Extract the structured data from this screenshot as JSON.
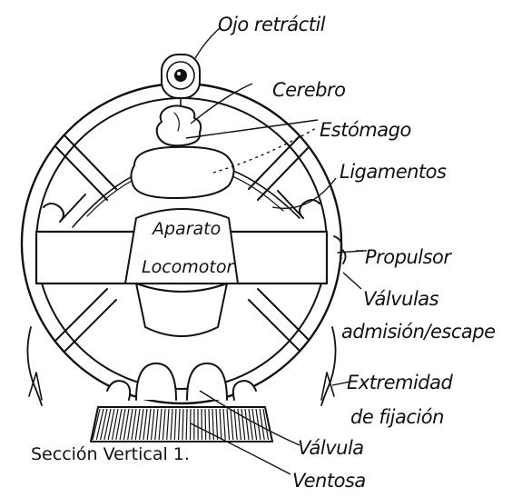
{
  "labels": {
    "ojo_retractil": "Ojo retráctil",
    "cerebro": "Cerebro",
    "estomago": "Estómago",
    "ligamentos": "Ligamentos",
    "aparato": "Aparato",
    "locomotor": "Locomotor",
    "propulsor": "Propulsor",
    "valvulas": "Válvulas",
    "admision_escape": "admisión/escape",
    "extremidad": "Extremidad",
    "de_fijacion": "de fijación",
    "valvula": "Válvula",
    "ventosa": "Ventosa"
  },
  "caption": "Sección Vertical 1."
}
